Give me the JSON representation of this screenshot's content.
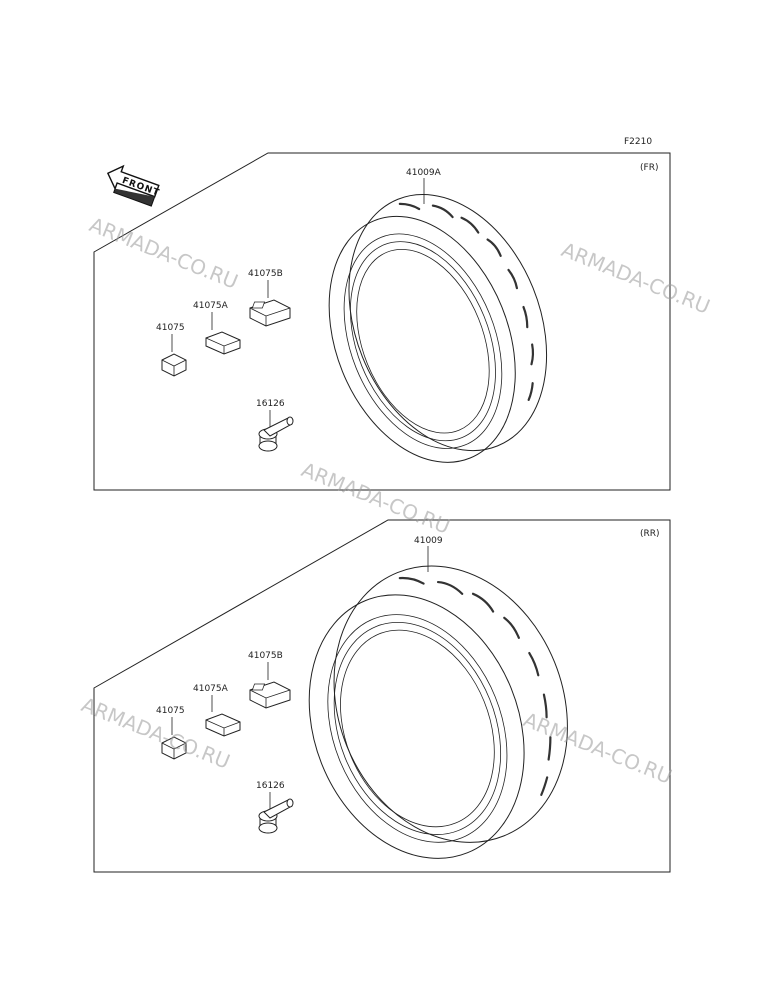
{
  "figure_code": "F2210",
  "front_label": "FRONT",
  "watermark": "ARMADA-CO.RU",
  "front_section": {
    "tag": "(FR)",
    "tire": "41009A",
    "weight_small": "41075",
    "weight_medium": "41075A",
    "weight_large": "41075B",
    "valve": "16126"
  },
  "rear_section": {
    "tag": "(RR)",
    "tire": "41009",
    "weight_small": "41075",
    "weight_medium": "41075A",
    "weight_large": "41075B",
    "valve": "16126"
  }
}
